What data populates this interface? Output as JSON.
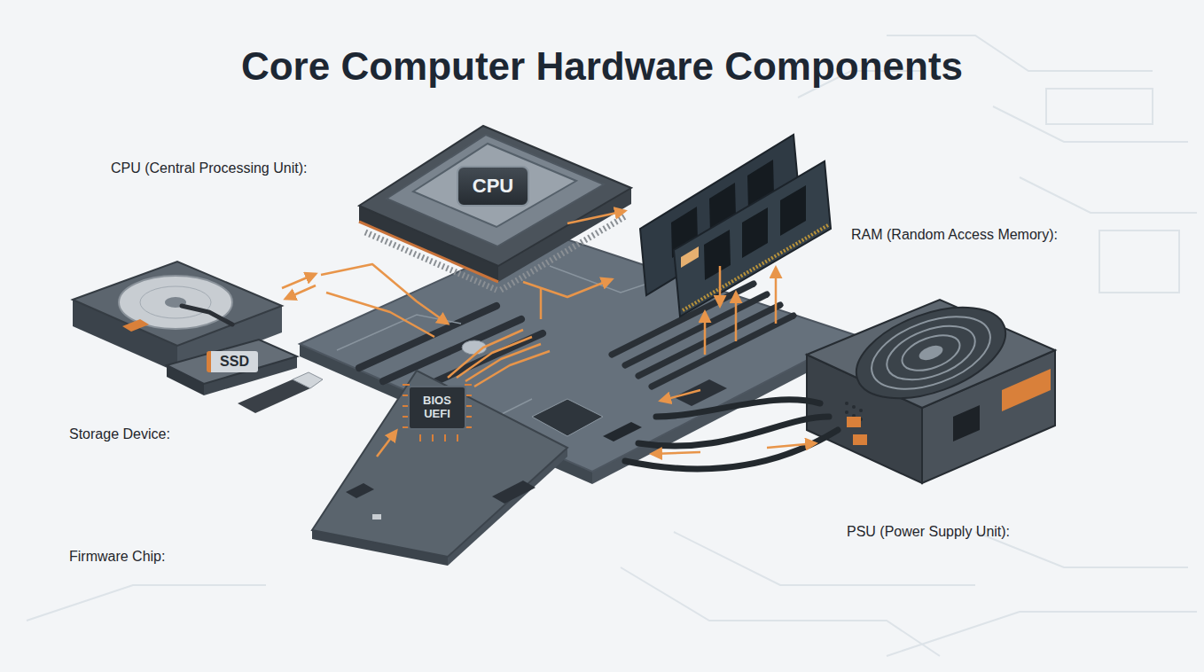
{
  "diagram": {
    "title": "Core Computer Hardware Components",
    "nodes": [
      {
        "text": [
          "CPU"
        ]
      },
      {
        "text": [
          "SSD"
        ]
      },
      {
        "text": [
          "BIOS UEFI"
        ]
      }
    ],
    "labels": [
      "CPU (Central Processing Unit):",
      "RAM (Random Access Memory):",
      "Storage Device:",
      "Firmware Chip:",
      "PSU (Power Supply Unit):"
    ]
  }
}
